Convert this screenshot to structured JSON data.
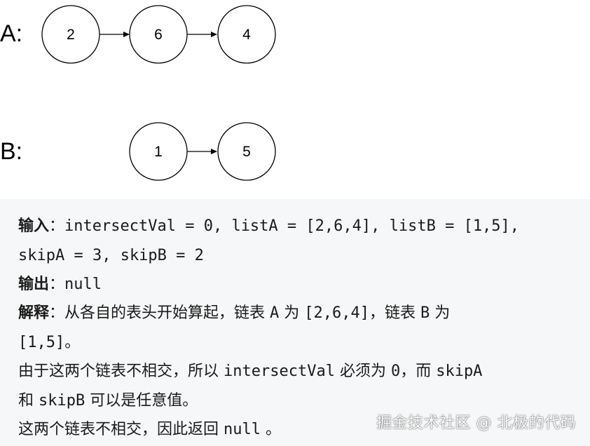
{
  "diagram": {
    "list_a": {
      "label": "A:",
      "nodes": [
        "2",
        "6",
        "4"
      ]
    },
    "list_b": {
      "label": "B:",
      "nodes": [
        "1",
        "5"
      ]
    }
  },
  "example": {
    "input_key": "输入",
    "input_sep": "：",
    "input_line1": "intersectVal = 0, listA = [2,6,4], listB = [1,5],",
    "input_line2": "skipA = 3, skipB = 2",
    "output_key": "输出",
    "output_sep": "：",
    "output_value": "null",
    "explain_key": "解释",
    "explain_sep": "：",
    "explain_t1": "从各自的表头开始算起，链表 ",
    "explain_t2": "A",
    "explain_t3": " 为 ",
    "explain_t4": "[2,6,4]",
    "explain_t5": "，链表 ",
    "explain_t6": "B",
    "explain_t7": " 为",
    "explain_line2": "[1,5]",
    "explain_line2_end": "。",
    "line6_t1": "由于这两个链表不相交，所以 ",
    "line6_t2": "intersectVal",
    "line6_t3": " 必须为 ",
    "line6_t4": "0",
    "line6_t5": "，而 ",
    "line6_t6": "skipA",
    "line7_t1": "和 ",
    "line7_t2": "skipB",
    "line7_t3": " 可以是任意值。",
    "line8_t1": "这两个链表不相交，因此返回 ",
    "line8_t2": "null",
    "line8_t3": " 。"
  },
  "watermark": "掘金技术社区 @ 北极的代码"
}
